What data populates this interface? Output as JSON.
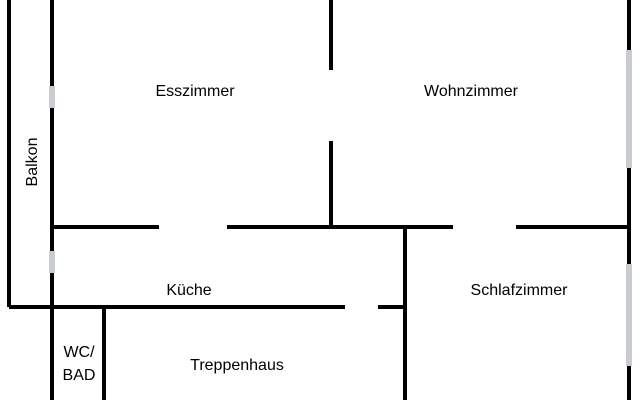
{
  "floorplan": {
    "colors": {
      "wall": "#000000",
      "window": "#c8ccd0",
      "background": "#ffffff"
    },
    "rooms": {
      "esszimmer": "Esszimmer",
      "wohnzimmer": "Wohnzimmer",
      "balkon": "Balkon",
      "kueche": "Küche",
      "schlafzimmer": "Schlafzimmer",
      "wc_line1": "WC/",
      "wc_line2": "BAD",
      "treppenhaus": "Treppenhaus"
    }
  }
}
